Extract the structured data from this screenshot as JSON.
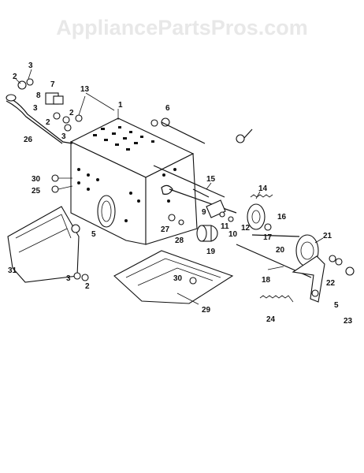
{
  "watermark": "AppliancePartsPros.com",
  "callouts": [
    "1",
    "2",
    "3",
    "5",
    "6",
    "7",
    "8",
    "9",
    "10",
    "11",
    "12",
    "13",
    "14",
    "15",
    "16",
    "17",
    "18",
    "19",
    "20",
    "21",
    "22",
    "23",
    "24",
    "25",
    "26",
    "27",
    "28",
    "29",
    "30",
    "31"
  ],
  "labels": {
    "c1": "1",
    "c2a": "2",
    "c2b": "2",
    "c2c": "2",
    "c2d": "2",
    "c3a": "3",
    "c3b": "3",
    "c3c": "3",
    "c3d": "3",
    "c5a": "5",
    "c5b": "5",
    "c6": "6",
    "c7": "7",
    "c8": "8",
    "c9": "9",
    "c10": "10",
    "c11": "11",
    "c12": "12",
    "c13": "13",
    "c14": "14",
    "c15": "15",
    "c16": "16",
    "c17": "17",
    "c18": "18",
    "c19": "19",
    "c20": "20",
    "c21": "21",
    "c22": "22",
    "c23": "23",
    "c24": "24",
    "c25": "25",
    "c26": "26",
    "c27": "27",
    "c28": "28",
    "c29": "29",
    "c30a": "30",
    "c30b": "30",
    "c31": "31"
  }
}
